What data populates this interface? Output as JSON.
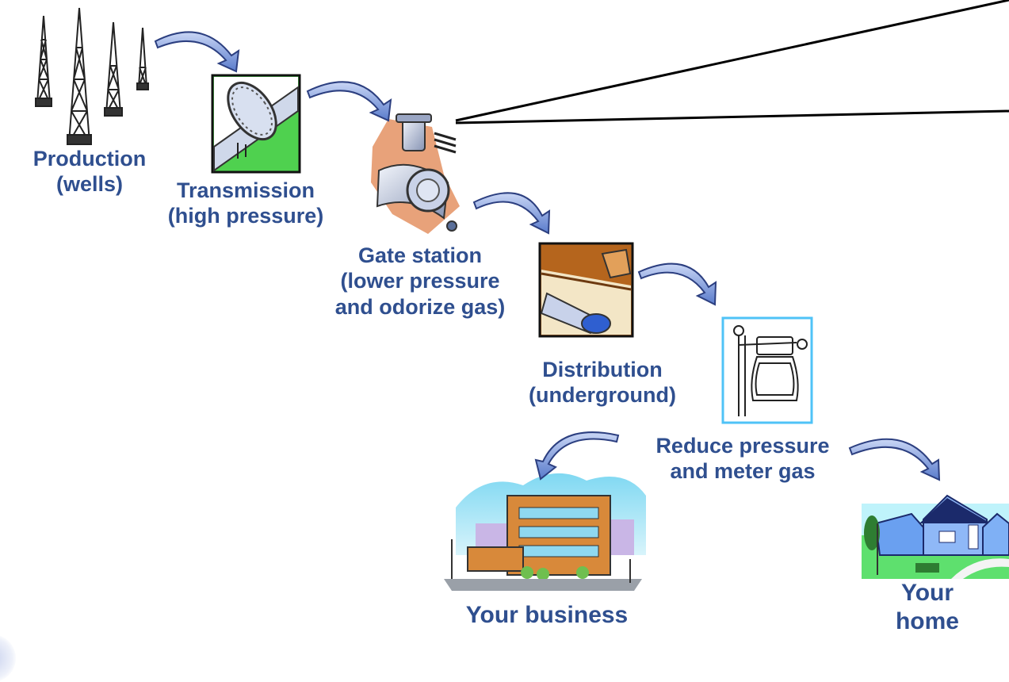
{
  "stages": {
    "production": {
      "line1": "Production",
      "line2": "(wells)",
      "icon": "oil-derricks-icon"
    },
    "transmission": {
      "line1": "Transmission",
      "line2": "(high pressure)",
      "icon": "pipeline-flange-icon"
    },
    "gate_station": {
      "line1": "Gate station",
      "line2": "(lower pressure",
      "line3": "and odorize gas)",
      "icon": "valve-station-icon"
    },
    "distribution": {
      "line1": "Distribution",
      "line2": "(underground)",
      "icon": "underground-pipe-icon"
    },
    "meter": {
      "line1": "Reduce pressure",
      "line2": "and meter gas",
      "icon": "gas-meter-icon"
    },
    "business": {
      "line1": "Your business",
      "icon": "office-building-icon"
    },
    "home": {
      "line1": "Your",
      "line2": "home",
      "icon": "houses-icon"
    }
  },
  "colors": {
    "label": "#2f4f8f",
    "arrow": "#6f8fd8",
    "arrow_outline": "#2c3f80",
    "meter_frame": "#4fc3f7"
  }
}
